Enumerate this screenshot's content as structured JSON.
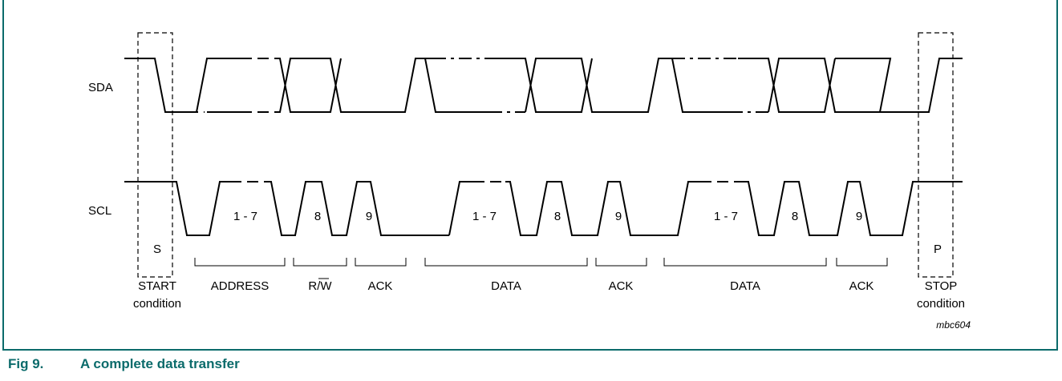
{
  "signals": {
    "sda": "SDA",
    "scl": "SCL"
  },
  "start_marker": "S",
  "stop_marker": "P",
  "clock_labels": [
    "1 - 7",
    "8",
    "9",
    "1 - 7",
    "8",
    "9",
    "1 - 7",
    "8",
    "9"
  ],
  "segments": [
    {
      "line1": "START",
      "line2": "condition"
    },
    {
      "line1": "ADDRESS",
      "line2": ""
    },
    {
      "line1": "R/W",
      "line2": ""
    },
    {
      "line1": "ACK",
      "line2": ""
    },
    {
      "line1": "DATA",
      "line2": ""
    },
    {
      "line1": "ACK",
      "line2": ""
    },
    {
      "line1": "DATA",
      "line2": ""
    },
    {
      "line1": "ACK",
      "line2": ""
    },
    {
      "line1": "STOP",
      "line2": "condition"
    }
  ],
  "ref_code": "mbc604",
  "caption": {
    "number": "Fig 9.",
    "title": "A complete data transfer"
  }
}
